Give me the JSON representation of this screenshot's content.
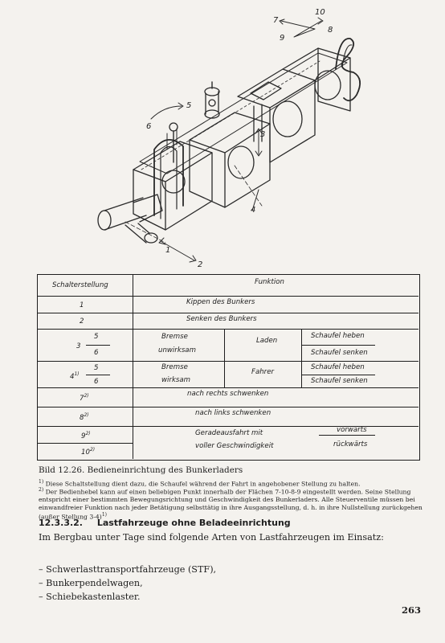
{
  "figure": {
    "labels": [
      "1",
      "2",
      "3",
      "4",
      "5",
      "6",
      "7",
      "8",
      "9",
      "10"
    ]
  },
  "table": {
    "headers": [
      "Schalterstellung",
      "Funktion"
    ],
    "rows": [
      {
        "pos": "1",
        "func": "Kippen des Bunkers"
      },
      {
        "pos": "2",
        "func": "Senken des Bunkers"
      },
      {
        "pos_main": "3",
        "pos_sub": [
          "5",
          "6"
        ],
        "brake": [
          "Bremse",
          "unwirksam"
        ],
        "mode": "Laden",
        "actions": [
          "Schaufel heben",
          "Schaufel senken"
        ]
      },
      {
        "pos_main": "4",
        "pos_main_note": "1)",
        "pos_sub": [
          "5",
          "6"
        ],
        "brake": [
          "Bremse",
          "wirksam"
        ],
        "mode": "Fahrer",
        "actions": [
          "Schaufel heben",
          "Schaufel senken"
        ]
      },
      {
        "pos": "7",
        "note": "2)",
        "func": "nach rechts schwenken"
      },
      {
        "pos": "8",
        "note": "2)",
        "func": "nach links schwenken"
      },
      {
        "pos": "9",
        "note": "2)",
        "func": "Geradeausfahrt mit",
        "dir": "vorwärts"
      },
      {
        "pos": "10",
        "note": "2)",
        "func": "voller Geschwindigkeit",
        "dir": "rückwärts"
      }
    ]
  },
  "caption": "Bild 12.26. Bedieneinrichtung des Bunkerladers",
  "footnotes": [
    {
      "mark": "1)",
      "text": "Diese Schaltstellung dient dazu, die Schaufel während der Fahrt in angehobener Stellung zu halten."
    },
    {
      "mark": "2)",
      "text": "Der Bedienhebel kann auf einen beliebigen Punkt innerhalb der Flächen 7-10-8-9 eingestellt werden. Seine Stellung entspricht einer bestimmten Bewegungsrichtung und Geschwindigkeit des Bunkerladers. Alle Steuerventile müssen bei einwandfreier Funktion nach jeder Betätigung selbsttätig in ihre Ausgangsstellung, d. h. in ihre Nullstellung zurückgehen (außer Stellung 3-4)"
    },
    {
      "mark": "",
      "text": "1)"
    }
  ],
  "section": {
    "number": "12.3.3.2.",
    "title": "Lastfahrzeuge ohne Beladeeinrichtung"
  },
  "body": "Im Bergbau unter Tage sind folgende Arten von Lastfahrzeugen im Einsatz:",
  "list": [
    "– Schwerlasttransportfahrzeuge (STF),",
    "– Bunkerpendelwagen,",
    "– Schiebekastenlaster."
  ],
  "page_number": "263"
}
